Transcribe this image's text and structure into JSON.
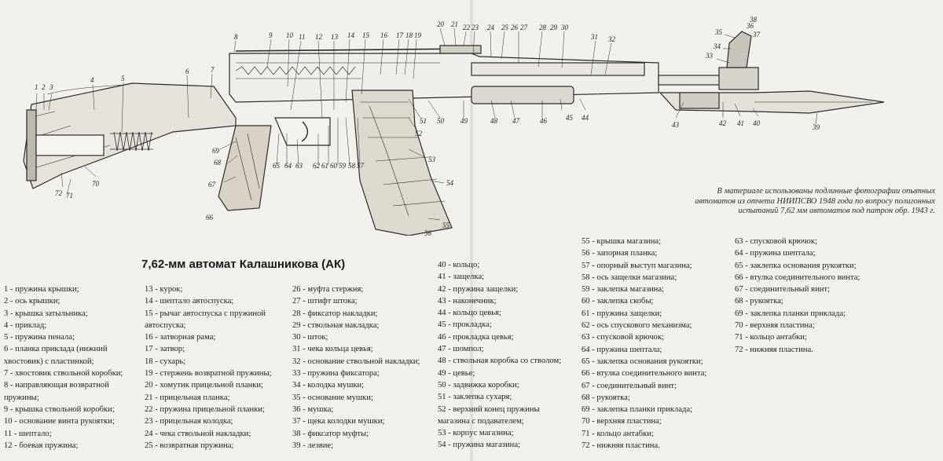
{
  "title": "7,62-мм автомат Калашникова (АК)",
  "note": [
    "В материале использованы подлинные фотографии опытных",
    "автоматов из отчета НИИПСВО 1948 года по вопросу полигонных",
    "испытаний 7,62 мм автоматов под патрон обр. 1943 г."
  ],
  "drawing_labels": {
    "l1": "1",
    "l2": "2",
    "l3": "3",
    "l4": "4",
    "l5": "5",
    "l6": "6",
    "l7": "7",
    "l8": "8",
    "l9": "9",
    "l10": "10",
    "l11": "11",
    "l12": "12",
    "l13": "13",
    "l14": "14",
    "l15": "15",
    "l16": "16",
    "l17": "17",
    "l18": "18",
    "l19": "19",
    "l20": "20",
    "l21": "21",
    "l22": "22",
    "l23": "23",
    "l24": "24",
    "l25": "25",
    "l26": "26",
    "l27": "27",
    "l28": "28",
    "l29": "29",
    "l30": "30",
    "l31": "31",
    "l32": "32",
    "l33": "33",
    "l34": "34",
    "l35": "35",
    "l36": "36",
    "l37": "37",
    "l38": "38",
    "l39": "39",
    "l40": "40",
    "l41": "41",
    "l42": "42",
    "l43": "43",
    "l44": "44",
    "l45": "45",
    "l46": "46",
    "l47": "47",
    "l48": "48",
    "l49": "49",
    "l50": "50",
    "l51": "51",
    "l52": "52",
    "l53": "53",
    "l54": "54",
    "l55": "55",
    "l56": "56",
    "l57": "57",
    "l58": "58",
    "l59": "59",
    "l60": "60",
    "l61": "61",
    "l62": "62",
    "l63": "63",
    "l64": "64",
    "l65": "65",
    "l66": "66",
    "l67": "67",
    "l68": "68",
    "l69": "69",
    "l70": "70",
    "l71": "71",
    "l72": "72"
  },
  "legend": {
    "col1": [
      "1 - пружина крышки;",
      "2 - ось крышки;",
      "3 - крышка затыльника;",
      "4 - приклад;",
      "5 - пружина пенала;",
      "6 - планка приклада (нижний",
      "хвостовик) с пластинкой;",
      "7 - хвостовик ствольной коробки;",
      "8 - направляющая возвратной",
      "пружины;",
      "9 - крышка ствольной коробки;",
      "10 - основание винта рукоятки;",
      "11 - шептало;",
      "12 - боевая пружина;"
    ],
    "col2": [
      "13 - курок;",
      "14 - шептало автоспуска;",
      "15 - рычаг автоспуска с пружиной",
      "автоспуска;",
      "16 - затворная рама;",
      "17 - затвор;",
      "18 - сухарь;",
      "19 - стержень возвратной пружины;",
      "20 - хомутик прицельной планки;",
      "21 - прицельная планка;",
      "22 - пружина прицельной планки;",
      "23 - прицельная колодка;",
      "24 - чека ствольной накладки;",
      "25 - возвратная пружина;"
    ],
    "col3": [
      "26 - муфта стержня;",
      "27 - штифт штока;",
      "28 - фиксатор накладки;",
      "29 - ствольная накладка;",
      "30 - шток;",
      "31 - чека кольца цевья;",
      "32 - основание ствольной накладки;",
      "33 - пружина фиксатора;",
      "34 - колодка мушки;",
      "35 - основание мушки;",
      "36 - мушка;",
      "37 - щека колодки мушки;",
      "38 - фиксатор муфты;",
      "39 - лезвие;"
    ],
    "col4": [
      "40 - кольцо;",
      "41 - защелка;",
      "42 - пружина защелки;",
      "43 - наконечник;",
      "44 - кольцо цевья;",
      "45 - прокладка;",
      "46 - прокладка цевья;",
      "47 - шомпол;",
      "48 - ствольная коробка со стволом;",
      "49 - цевье;",
      "50 - задвижка коробки;",
      "51 - заклепка сухаря;",
      "52 - верхний конец пружины",
      "магазина с подавателем;",
      "53 - корпус магазина;",
      "54 - пружина магазина;"
    ],
    "col5": [
      "55 - крышка магазина;",
      "56 - запорная планка;",
      "57 - опорный выступ магазина;",
      "58 - ось защелки магазина;",
      "59 - заклепка магазина;",
      "60 - заклепка скобы;",
      "61 - пружина защелки;",
      "62 - ось спускового механизма;",
      "63 - спусковой крючок;",
      "64 - пружина шептала;",
      "65 - заклепка основания рукоятки;",
      "66 - втулка соединительного винта;",
      "67 - соединительный винт;",
      "68 - рукоятка;",
      "69 - заклепка планки приклада;",
      "70 - верхняя пластина;",
      "71 - кольцо антабки;",
      "72 - нижняя пластина."
    ],
    "col6": [
      "63 - спусковой крючок;",
      "64 - пружина шептала;",
      "65 - заклепка основания рукоятки;",
      "66 - втулка соединительного винта;",
      "67 - соединительный винт;",
      "68 - рукоятка;",
      "69 - заклепка планки приклада;",
      "70 - верхняя пластина;",
      "71 - кольцо антабки;",
      "72 - нижняя пластина."
    ]
  }
}
